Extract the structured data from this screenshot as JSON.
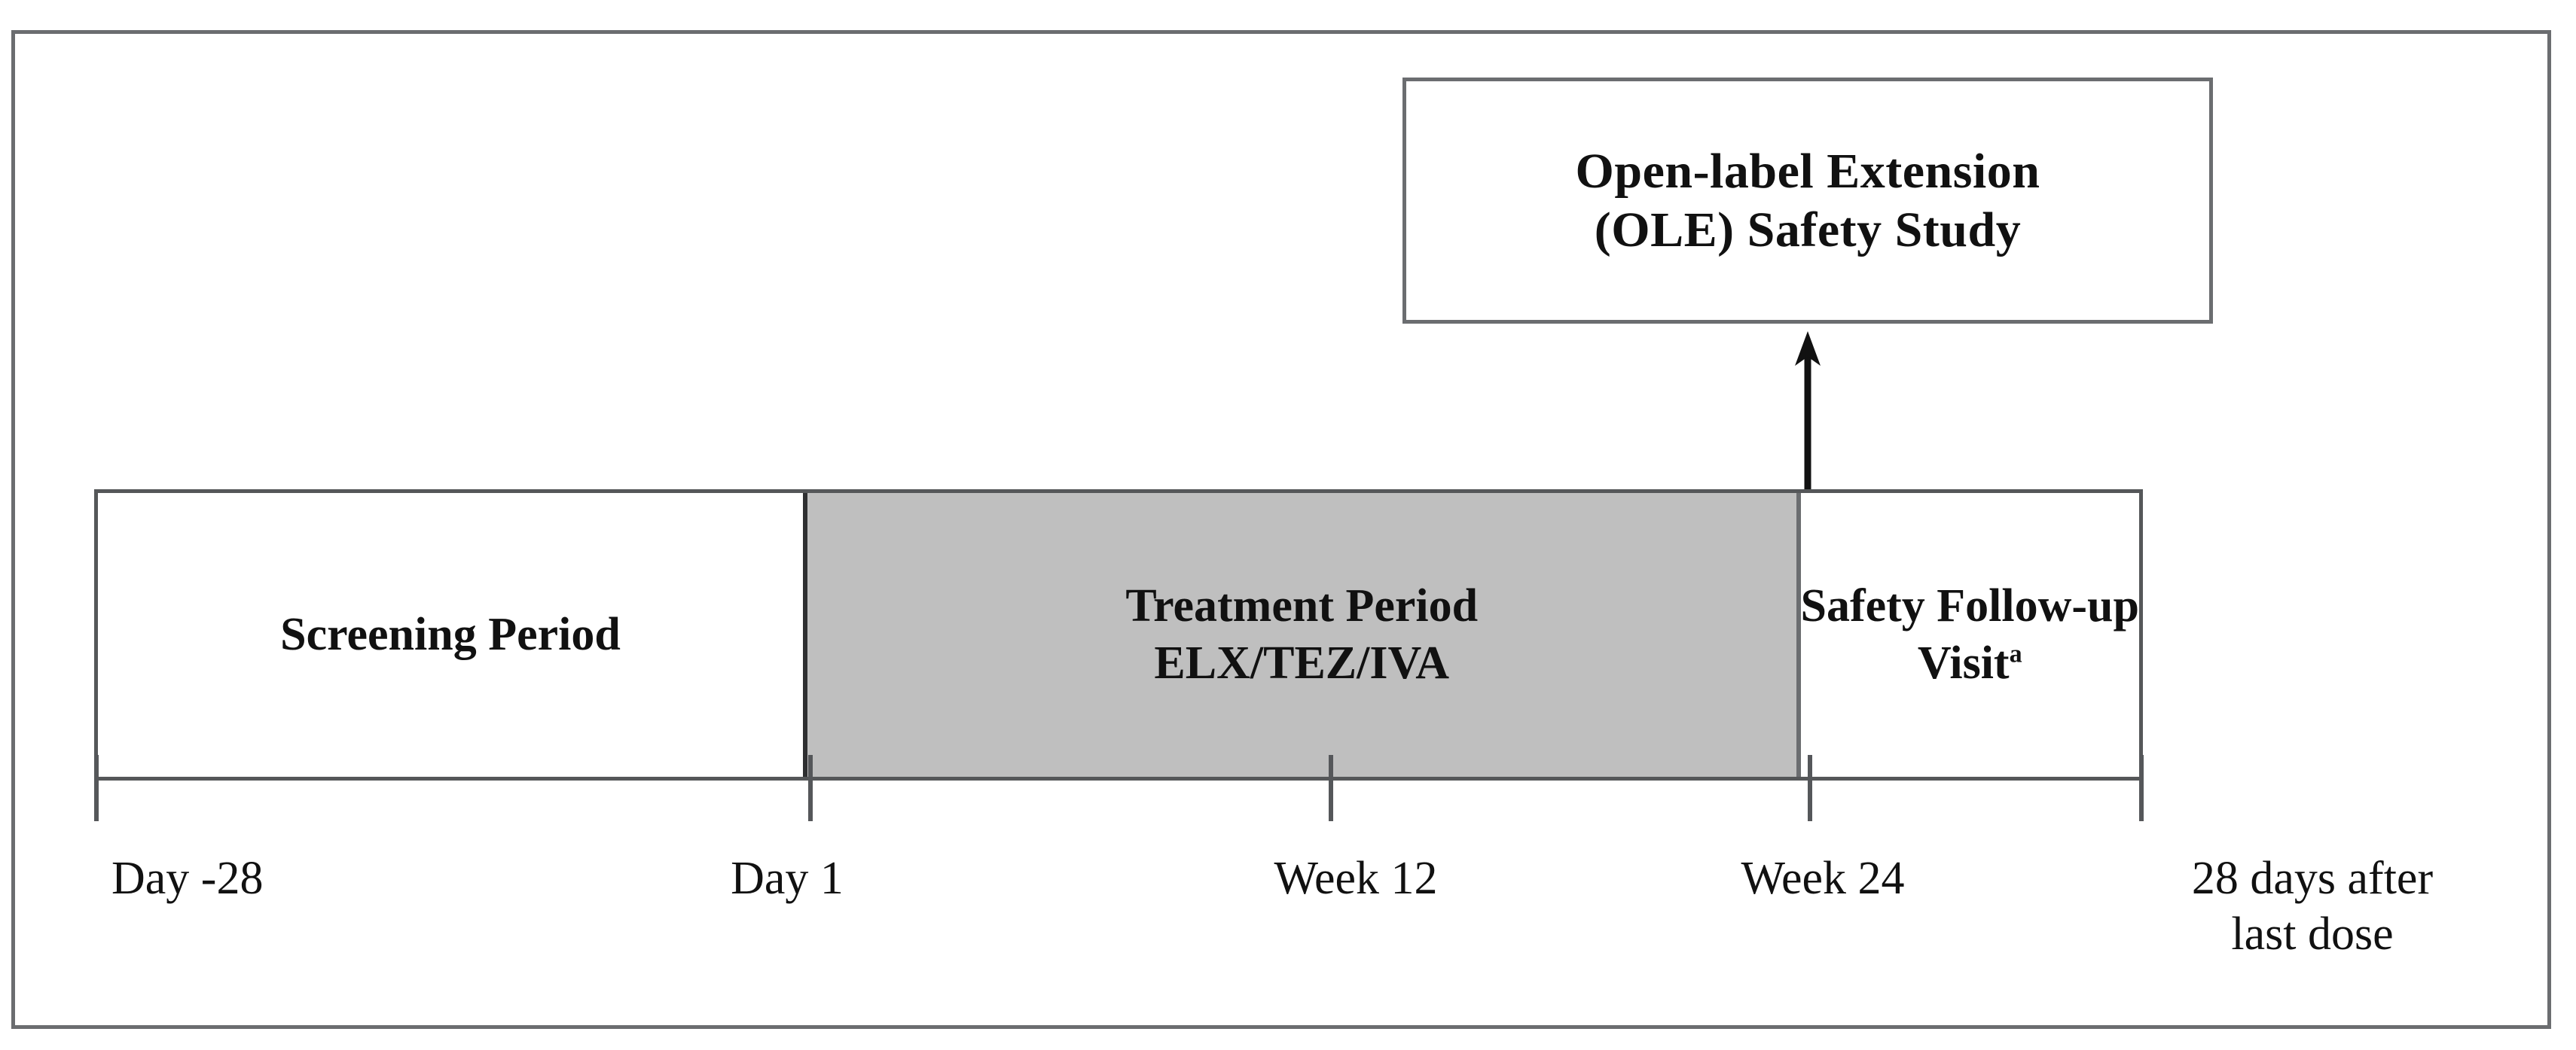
{
  "figure": {
    "type": "clinical-trial-study-design-schematic",
    "colors": {
      "frame_border": "#6b6d70",
      "bar_border": "#555759",
      "treatment_fill": "#bfbfbf",
      "text": "#111111",
      "arrow": "#111111",
      "background": "#ffffff"
    }
  },
  "ole_box": {
    "line1": "Open-label Extension",
    "line2": "(OLE) Safety Study"
  },
  "arrow": {
    "name": "rollover-arrow",
    "direction": "up",
    "from": "Week 24",
    "to": "Open-label Extension (OLE) Safety Study"
  },
  "timeline": {
    "phases": [
      {
        "id": "screening",
        "line1": "Screening Period",
        "line2": "",
        "shaded": false
      },
      {
        "id": "treatment",
        "line1": "Treatment Period",
        "line2": "ELX/TEZ/IVA",
        "shaded": true
      },
      {
        "id": "follow-up",
        "line1": "Safety Follow-up",
        "line2": "Visit",
        "footnote": "a",
        "shaded": false
      }
    ],
    "axis_labels": [
      {
        "id": "day-minus-28",
        "line1": "Day -28",
        "line2": ""
      },
      {
        "id": "day-1",
        "line1": "Day 1",
        "line2": ""
      },
      {
        "id": "week-12",
        "line1": "Week 12",
        "line2": ""
      },
      {
        "id": "week-24",
        "line1": "Week 24",
        "line2": ""
      },
      {
        "id": "last-dose",
        "line1": "28 days after",
        "line2": "last dose"
      }
    ]
  },
  "chart_data": {
    "type": "timeline",
    "title": "",
    "xlabel": "",
    "ylabel": "",
    "axis_ticks": [
      "Day -28",
      "Day 1",
      "Week 12",
      "Week 24",
      "28 days after last dose"
    ],
    "segments": [
      {
        "label": "Screening Period",
        "start": "Day -28",
        "end": "Day 1",
        "shaded": false
      },
      {
        "label": "Treatment Period ELX/TEZ/IVA",
        "start": "Day 1",
        "end": "Week 24",
        "shaded": true
      },
      {
        "label": "Safety Follow-up Visit",
        "start": "Week 24",
        "end": "28 days after last dose",
        "shaded": false
      }
    ],
    "annotations": [
      {
        "text": "Open-label Extension (OLE) Safety Study",
        "at": "Week 24",
        "type": "branch-box-above"
      }
    ]
  }
}
